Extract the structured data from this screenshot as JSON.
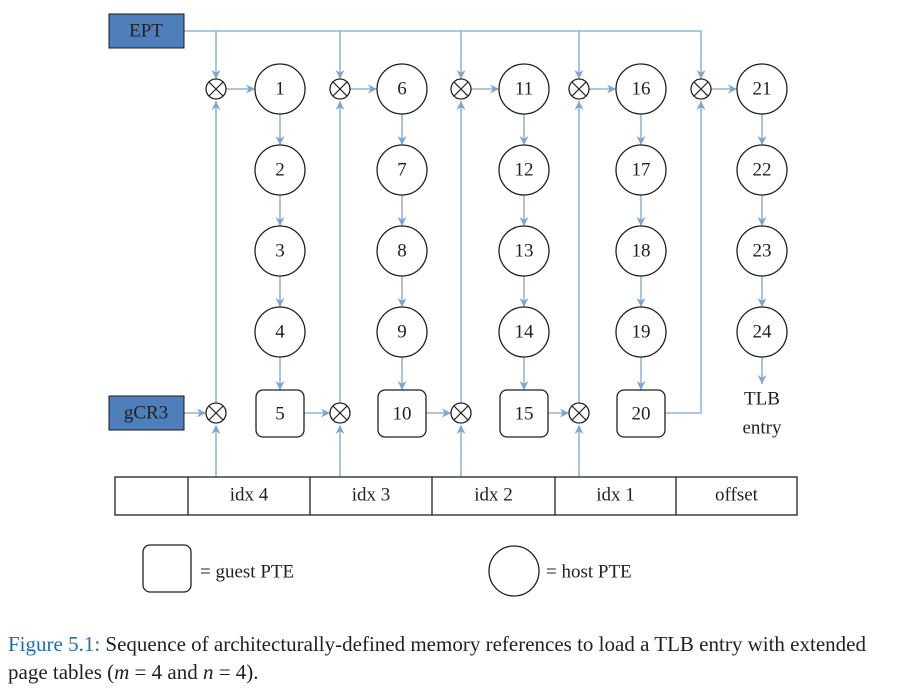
{
  "registers": {
    "ept": "EPT",
    "gcr3": "gCR3"
  },
  "host_columns": [
    [
      "1",
      "2",
      "3",
      "4"
    ],
    [
      "6",
      "7",
      "8",
      "9"
    ],
    [
      "11",
      "12",
      "13",
      "14"
    ],
    [
      "16",
      "17",
      "18",
      "19"
    ],
    [
      "21",
      "22",
      "23",
      "24"
    ]
  ],
  "guest_ptes": [
    "5",
    "10",
    "15",
    "20"
  ],
  "tlb_entry": {
    "line1": "TLB",
    "line2": "entry"
  },
  "address_fields": [
    "",
    "idx 4",
    "idx 3",
    "idx 2",
    "idx 1",
    "offset"
  ],
  "legend": {
    "guest": "= guest PTE",
    "host": "= host PTE"
  },
  "caption": {
    "label": "Figure 5.1:",
    "text": "Sequence of architecturally-defined memory references to load a TLB entry with extended page tables (",
    "m_var": "m",
    "eq_m": " = 4 and ",
    "n_var": "n",
    "eq_n": " = 4)."
  },
  "colors": {
    "arrow": "#7aa5d4",
    "register_fill": "#4f7fbb",
    "text": "#231f20"
  }
}
